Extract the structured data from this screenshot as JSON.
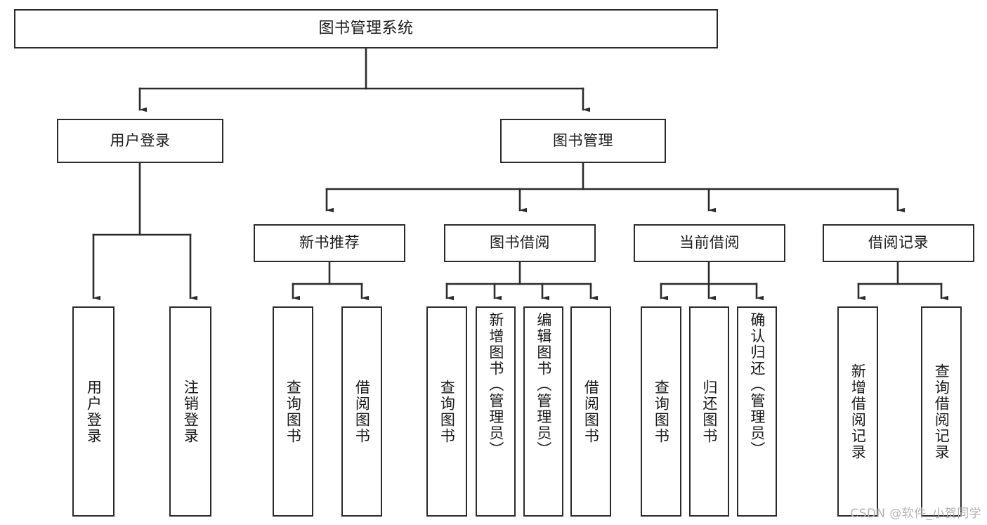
{
  "diagram": {
    "title": "图书管理系统",
    "type": "tree",
    "watermark": "CSDN @软件_小贺同学",
    "colors": {
      "box_border": "#2b2b2b",
      "box_fill": "#ffffff",
      "edge": "#2b2b2b",
      "text": "#1a1a1a",
      "watermark": "#b4b4b4"
    }
  },
  "nodes": {
    "root": {
      "label": "图书管理系统"
    },
    "level1": [
      {
        "id": "user-login",
        "label": "用户登录"
      },
      {
        "id": "book-manage",
        "label": "图书管理"
      }
    ],
    "level2": [
      {
        "id": "new-book-recommend",
        "label": "新书推荐"
      },
      {
        "id": "book-borrow",
        "label": "图书借阅"
      },
      {
        "id": "current-borrow",
        "label": "当前借阅"
      },
      {
        "id": "borrow-record",
        "label": "借阅记录"
      }
    ],
    "leaves": {
      "user-login": [
        {
          "id": "leaf-user-login",
          "label": "用户登录"
        },
        {
          "id": "leaf-logout",
          "label": "注销登录"
        }
      ],
      "new-book-recommend": [
        {
          "id": "leaf-query-book-1",
          "label": "查询图书"
        },
        {
          "id": "leaf-borrow-book-1",
          "label": "借阅图书"
        }
      ],
      "book-borrow": [
        {
          "id": "leaf-query-book-2",
          "label": "查询图书"
        },
        {
          "id": "leaf-add-book",
          "label": "新增图书（管理员）"
        },
        {
          "id": "leaf-edit-book",
          "label": "编辑图书（管理员）"
        },
        {
          "id": "leaf-borrow-book-2",
          "label": "借阅图书"
        }
      ],
      "current-borrow": [
        {
          "id": "leaf-query-book-3",
          "label": "查询图书"
        },
        {
          "id": "leaf-return-book",
          "label": "归还图书"
        },
        {
          "id": "leaf-confirm-return",
          "label": "确认归还（管理员）"
        }
      ],
      "borrow-record": [
        {
          "id": "leaf-add-record",
          "label": "新增借阅记录"
        },
        {
          "id": "leaf-query-record",
          "label": "查询借阅记录"
        }
      ]
    }
  },
  "edges": [
    {
      "from": "root",
      "to": "user-login"
    },
    {
      "from": "root",
      "to": "book-manage"
    },
    {
      "from": "user-login",
      "to": "leaf-user-login"
    },
    {
      "from": "user-login",
      "to": "leaf-logout"
    },
    {
      "from": "book-manage",
      "to": "new-book-recommend"
    },
    {
      "from": "book-manage",
      "to": "book-borrow"
    },
    {
      "from": "book-manage",
      "to": "current-borrow"
    },
    {
      "from": "book-manage",
      "to": "borrow-record"
    },
    {
      "from": "new-book-recommend",
      "to": "leaf-query-book-1"
    },
    {
      "from": "new-book-recommend",
      "to": "leaf-borrow-book-1"
    },
    {
      "from": "book-borrow",
      "to": "leaf-query-book-2"
    },
    {
      "from": "book-borrow",
      "to": "leaf-add-book"
    },
    {
      "from": "book-borrow",
      "to": "leaf-edit-book"
    },
    {
      "from": "book-borrow",
      "to": "leaf-borrow-book-2"
    },
    {
      "from": "current-borrow",
      "to": "leaf-query-book-3"
    },
    {
      "from": "current-borrow",
      "to": "leaf-return-book"
    },
    {
      "from": "current-borrow",
      "to": "leaf-confirm-return"
    },
    {
      "from": "borrow-record",
      "to": "leaf-add-record"
    },
    {
      "from": "borrow-record",
      "to": "leaf-query-record"
    }
  ]
}
